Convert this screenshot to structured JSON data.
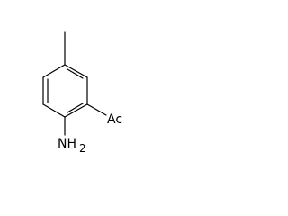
{
  "structure": {
    "labels": {
      "methyl": "",
      "acetyl": "Ac",
      "amino_main": "NH",
      "amino_sub": "2"
    }
  },
  "colors": {
    "background": "#ffffff",
    "ink": "#000000"
  }
}
